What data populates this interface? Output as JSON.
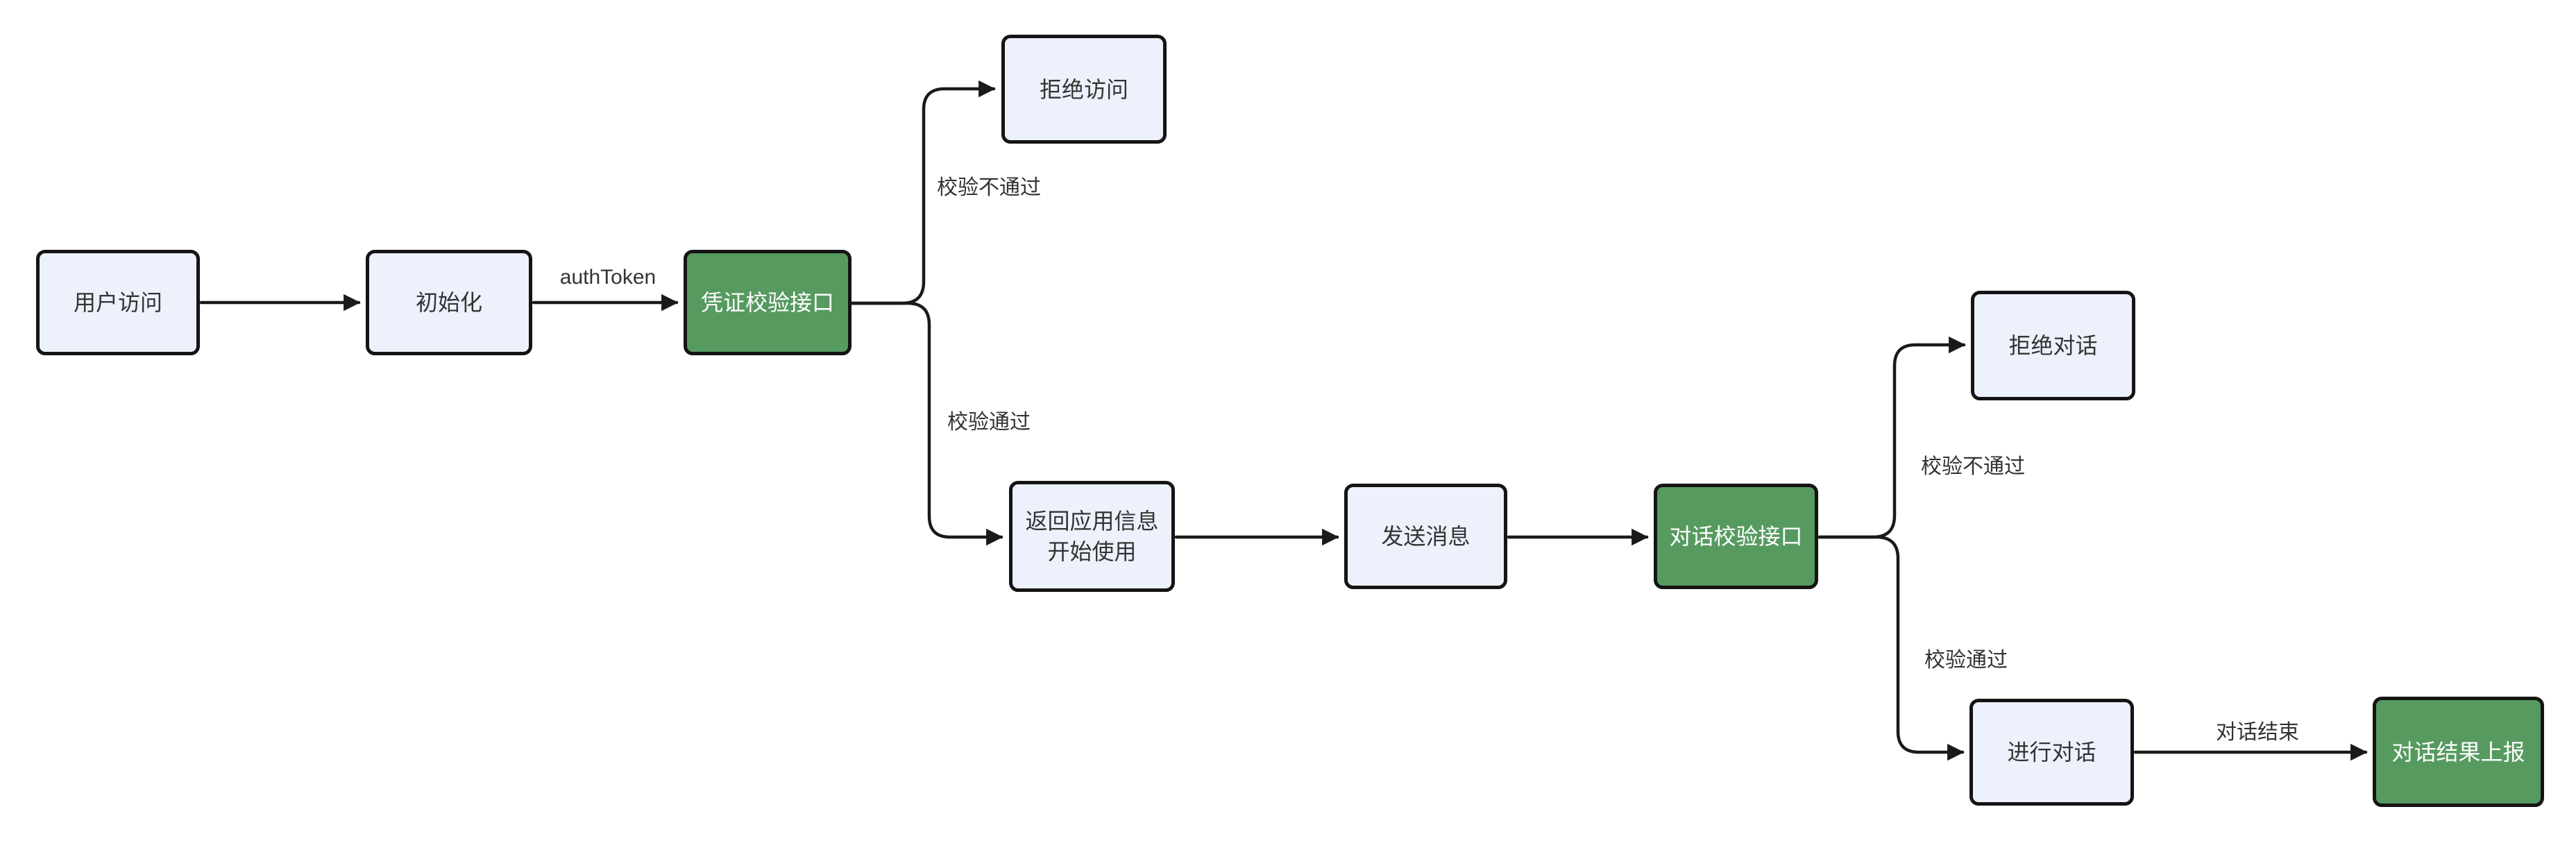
{
  "diagram": {
    "type": "flowchart-left-to-right",
    "nodes": [
      {
        "id": "user-access",
        "label": "用户访问",
        "style": "default"
      },
      {
        "id": "init",
        "label": "初始化",
        "style": "default"
      },
      {
        "id": "credential-check",
        "label": "凭证校验接口",
        "style": "highlight-green"
      },
      {
        "id": "deny-access",
        "label": "拒绝访问",
        "style": "default"
      },
      {
        "id": "return-app-info",
        "label": "返回应用信息\n开始使用",
        "style": "default"
      },
      {
        "id": "send-message",
        "label": "发送消息",
        "style": "default"
      },
      {
        "id": "dialog-check",
        "label": "对话校验接口",
        "style": "highlight-green"
      },
      {
        "id": "deny-dialog",
        "label": "拒绝对话",
        "style": "default"
      },
      {
        "id": "do-dialog",
        "label": "进行对话",
        "style": "default"
      },
      {
        "id": "report-result",
        "label": "对话结果上报",
        "style": "highlight-green"
      }
    ],
    "edges": [
      {
        "from": "用户访问",
        "to": "初始化",
        "label": ""
      },
      {
        "from": "初始化",
        "to": "凭证校验接口",
        "label": "authToken"
      },
      {
        "from": "凭证校验接口",
        "to": "拒绝访问",
        "label": "校验不通过"
      },
      {
        "from": "凭证校验接口",
        "to": "返回应用信息 开始使用",
        "label": "校验通过"
      },
      {
        "from": "返回应用信息 开始使用",
        "to": "发送消息",
        "label": ""
      },
      {
        "from": "发送消息",
        "to": "对话校验接口",
        "label": ""
      },
      {
        "from": "对话校验接口",
        "to": "拒绝对话",
        "label": "校验不通过"
      },
      {
        "from": "对话校验接口",
        "to": "进行对话",
        "label": "校验通过"
      },
      {
        "from": "进行对话",
        "to": "对话结果上报",
        "label": "对话结束"
      }
    ],
    "edge_labels": [
      {
        "id": "auth-token",
        "text": "authToken"
      },
      {
        "id": "check-fail-1",
        "text": "校验不通过"
      },
      {
        "id": "check-pass-1",
        "text": "校验通过"
      },
      {
        "id": "check-fail-2",
        "text": "校验不通过"
      },
      {
        "id": "check-pass-2",
        "text": "校验通过"
      },
      {
        "id": "dialog-end",
        "text": "对话结束"
      }
    ],
    "colors": {
      "node_fill": "#ECF1FB",
      "node_border": "#141414",
      "highlight_fill": "#579A60",
      "highlight_text": "#FFFFFF",
      "edge_color": "#1A1A1A",
      "label_text": "#333333",
      "canvas_bg": "#FFFFFF"
    }
  }
}
